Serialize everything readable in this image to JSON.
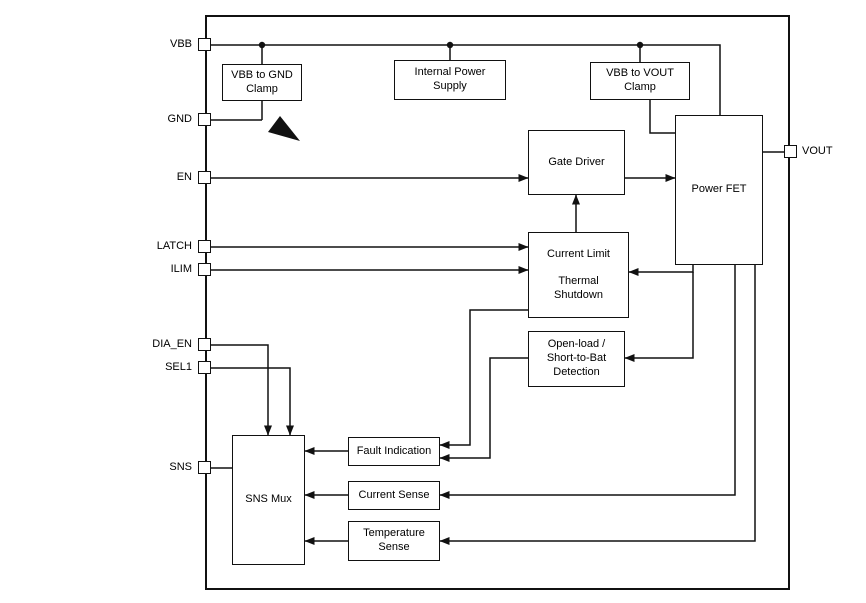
{
  "diagram": {
    "pins_left": [
      {
        "label": "VBB"
      },
      {
        "label": "GND"
      },
      {
        "label": "EN"
      },
      {
        "label": "LATCH"
      },
      {
        "label": "ILIM"
      },
      {
        "label": "DIA_EN"
      },
      {
        "label": "SEL1"
      },
      {
        "label": "SNS"
      }
    ],
    "pins_right": [
      {
        "label": "VOUT"
      }
    ],
    "blocks": {
      "vbb_gnd_clamp": "VBB to GND\nClamp",
      "internal_power_supply": "Internal Power\nSupply",
      "vbb_vout_clamp": "VBB to VOUT\nClamp",
      "gate_driver": "Gate Driver",
      "power_fet": "Power FET",
      "current_limit_thermal_shutdown": "Current Limit\n\nThermal\nShutdown",
      "open_load_detection": "Open-load /\nShort-to-Bat\nDetection",
      "sns_mux": "SNS Mux",
      "fault_indication": "Fault Indication",
      "current_sense": "Current Sense",
      "temperature_sense": "Temperature\nSense"
    },
    "colors": {
      "line": "#111111",
      "block_border": "#111111",
      "block_fill": "#ffffff",
      "background": "#ffffff",
      "text": "#000000"
    }
  }
}
